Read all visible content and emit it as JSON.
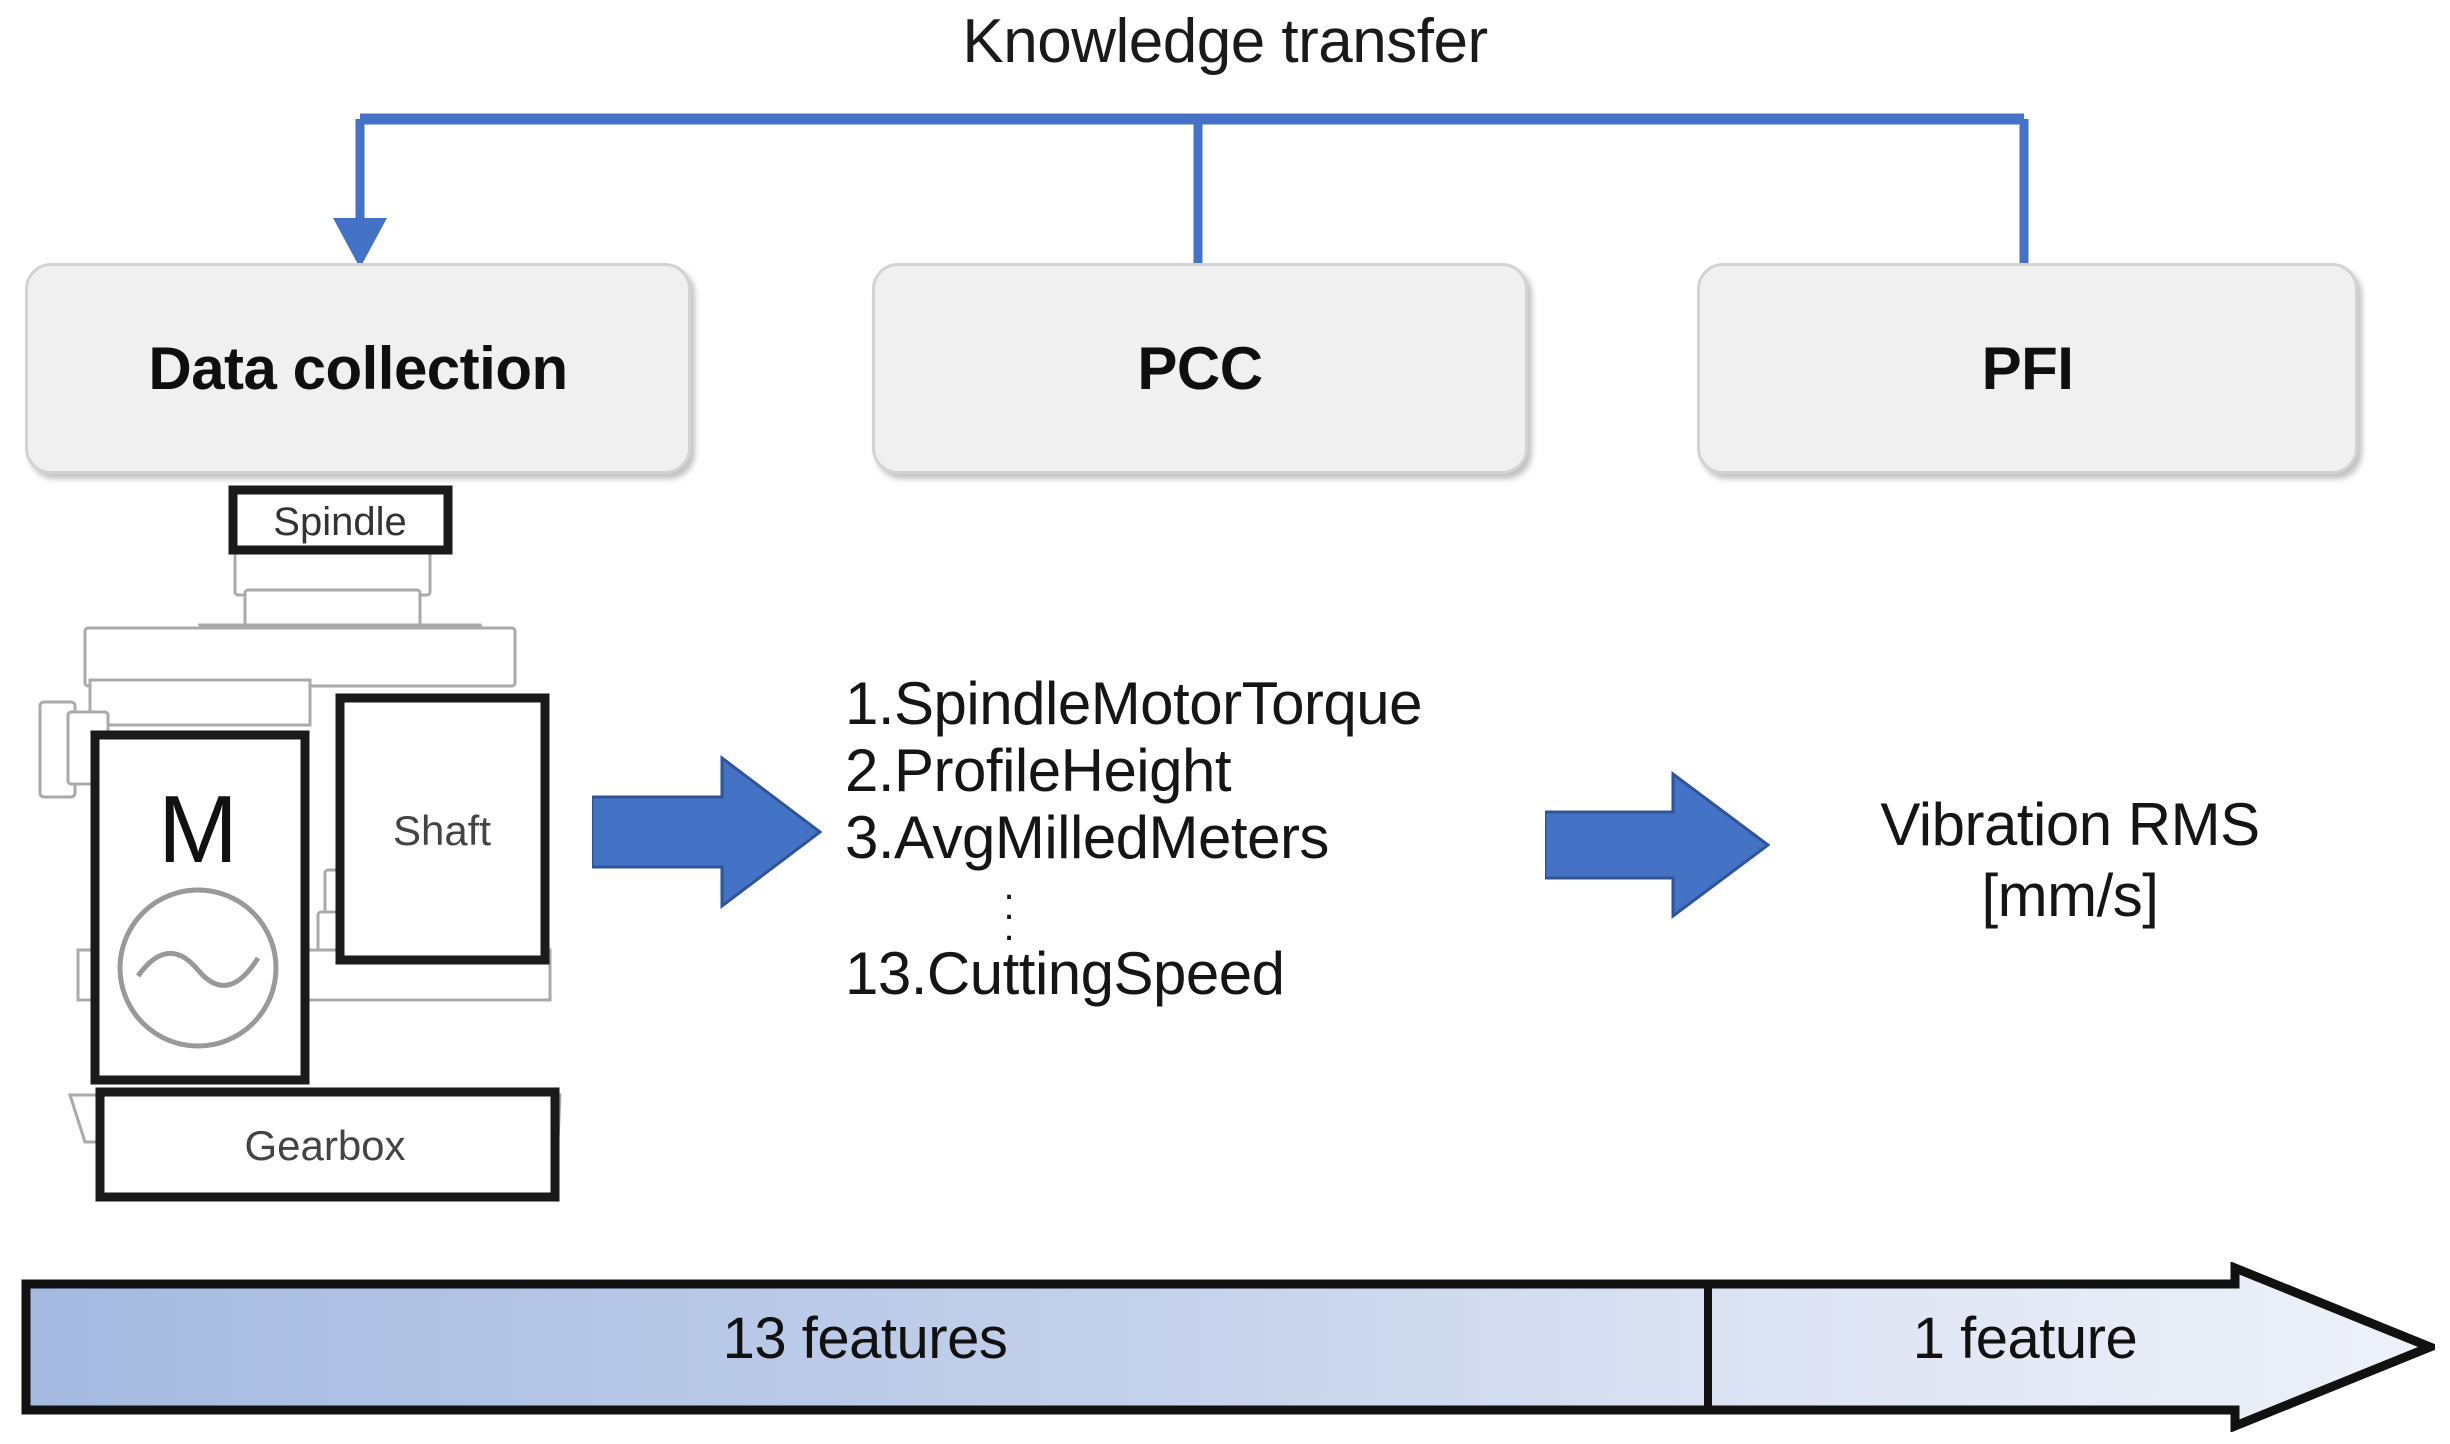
{
  "diagram": {
    "title": "Knowledge transfer",
    "stages": [
      {
        "id": "data-collection",
        "label": "Data collection"
      },
      {
        "id": "pcc",
        "label": "PCC"
      },
      {
        "id": "pfi",
        "label": "PFI"
      }
    ],
    "machine": {
      "spindle_label": "Spindle",
      "motor_label": "M",
      "shaft_label": "Shaft",
      "gearbox_label": "Gearbox"
    },
    "features": {
      "items": [
        "1.SpindleMotorTorque",
        "2.ProfileHeight",
        "3.AvgMilledMeters"
      ],
      "ellipsis": "⋮",
      "last_item": "13.CuttingSpeed"
    },
    "target": {
      "name": "Vibration RMS",
      "unit": "[mm/s]"
    },
    "feature_bar": {
      "left_label": "13 features",
      "right_label": "1 feature"
    },
    "colors": {
      "connector_blue": "#4472C4",
      "arrow_blue": "#4472C4",
      "arrow_blue_border": "#2F5597",
      "box_fill": "#F0F0F0",
      "box_border": "#D3D3D3",
      "bar_gradient_start": "#A9BDE2",
      "bar_gradient_end": "#EDF1F9"
    }
  }
}
